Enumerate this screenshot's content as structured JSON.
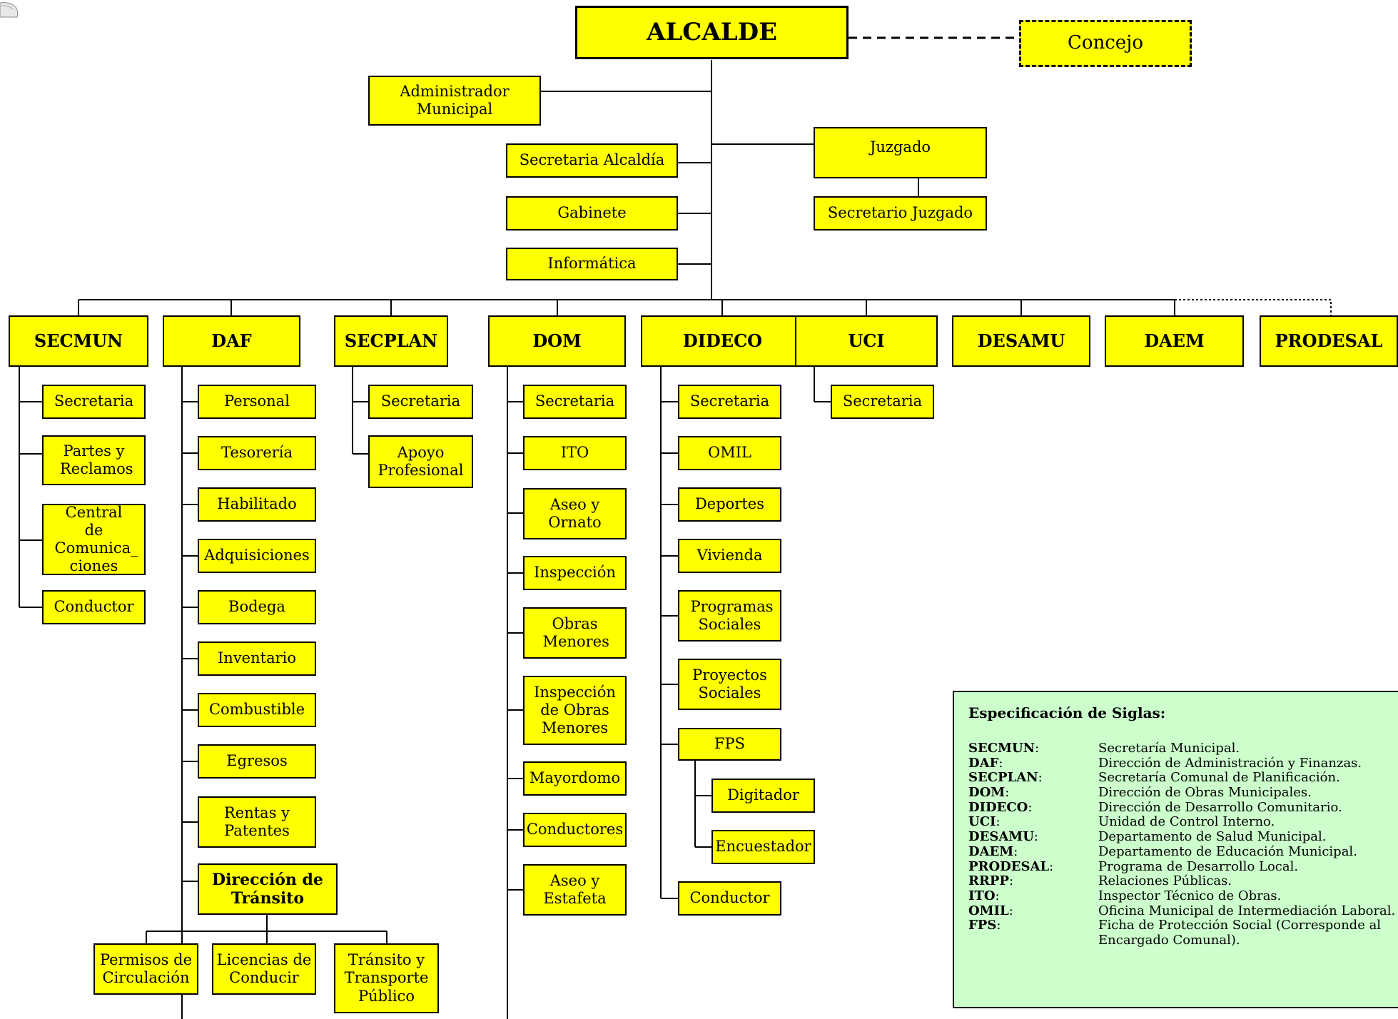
{
  "top": {
    "alcalde": "ALCALDE",
    "concejo": "Concejo"
  },
  "staff": {
    "administrador": "Administrador Municipal",
    "secretaria_alcaldia": "Secretaria Alcaldía",
    "gabinete": "Gabinete",
    "informatica": "Informática",
    "juzgado": "Juzgado",
    "secretario_juzgado": "Secretario Juzgado"
  },
  "departments": [
    {
      "id": "secmun",
      "name": "SECMUN",
      "children": [
        "Secretaria",
        "Partes y Reclamos",
        "Central de Comunica_ ciones",
        "Conductor"
      ]
    },
    {
      "id": "daf",
      "name": "DAF",
      "children": [
        "Personal",
        "Tesorería",
        "Habilitado",
        "Adquisiciones",
        "Bodega",
        "Inventario",
        "Combustible",
        "Egresos",
        "Rentas y Patentes",
        "Dirección de Tránsito"
      ]
    },
    {
      "id": "secplan",
      "name": "SECPLAN",
      "children": [
        "Secretaria",
        "Apoyo Profesional"
      ]
    },
    {
      "id": "dom",
      "name": "DOM",
      "children": [
        "Secretaria",
        "ITO",
        "Aseo y Ornato",
        "Inspección",
        "Obras Menores",
        "Inspección de Obras Menores",
        "Mayordomo",
        "Conductores",
        "Aseo y Estafeta"
      ]
    },
    {
      "id": "dideco",
      "name": "DIDECO",
      "children": [
        "Secretaria",
        "OMIL",
        "Deportes",
        "Vivienda",
        "Programas Sociales",
        "Proyectos Sociales",
        "FPS",
        "Conductor"
      ]
    },
    {
      "id": "uci",
      "name": "UCI",
      "children": [
        "Secretaria"
      ]
    },
    {
      "id": "desamu",
      "name": "DESAMU",
      "children": []
    },
    {
      "id": "daem",
      "name": "DAEM",
      "children": []
    },
    {
      "id": "prodesal",
      "name": "PRODESAL",
      "children": []
    }
  ],
  "fps_children": [
    "Digitador",
    "Encuestador"
  ],
  "transito_children": [
    "Permisos de Circulación",
    "Licencias de Conducir",
    "Tránsito y Transporte Público"
  ],
  "legend": {
    "title": "Especificación de Siglas:",
    "entries": [
      {
        "term": "SECMUN",
        "def": "Secretaría Municipal."
      },
      {
        "term": "DAF",
        "def": "Dirección de Administración y Finanzas."
      },
      {
        "term": "SECPLAN",
        "def": "Secretaría Comunal de Planificación."
      },
      {
        "term": "DOM",
        "def": "Dirección de Obras Municipales."
      },
      {
        "term": "DIDECO",
        "def": "Dirección de Desarrollo Comunitario."
      },
      {
        "term": "UCI",
        "def": "Unidad de Control Interno."
      },
      {
        "term": "DESAMU",
        "def": "Departamento de Salud Municipal."
      },
      {
        "term": "DAEM",
        "def": "Departamento de Educación Municipal."
      },
      {
        "term": "PRODESAL",
        "def": "Programa de Desarrollo Local."
      },
      {
        "term": "RRPP",
        "def": "Relaciones Públicas."
      },
      {
        "term": "ITO",
        "def": "Inspector Técnico de Obras."
      },
      {
        "term": "OMIL",
        "def": "Oficina Municipal de Intermediación Laboral."
      },
      {
        "term": "FPS",
        "def": "Ficha de Protección Social (Corresponde al Encargado Comunal)."
      }
    ]
  }
}
